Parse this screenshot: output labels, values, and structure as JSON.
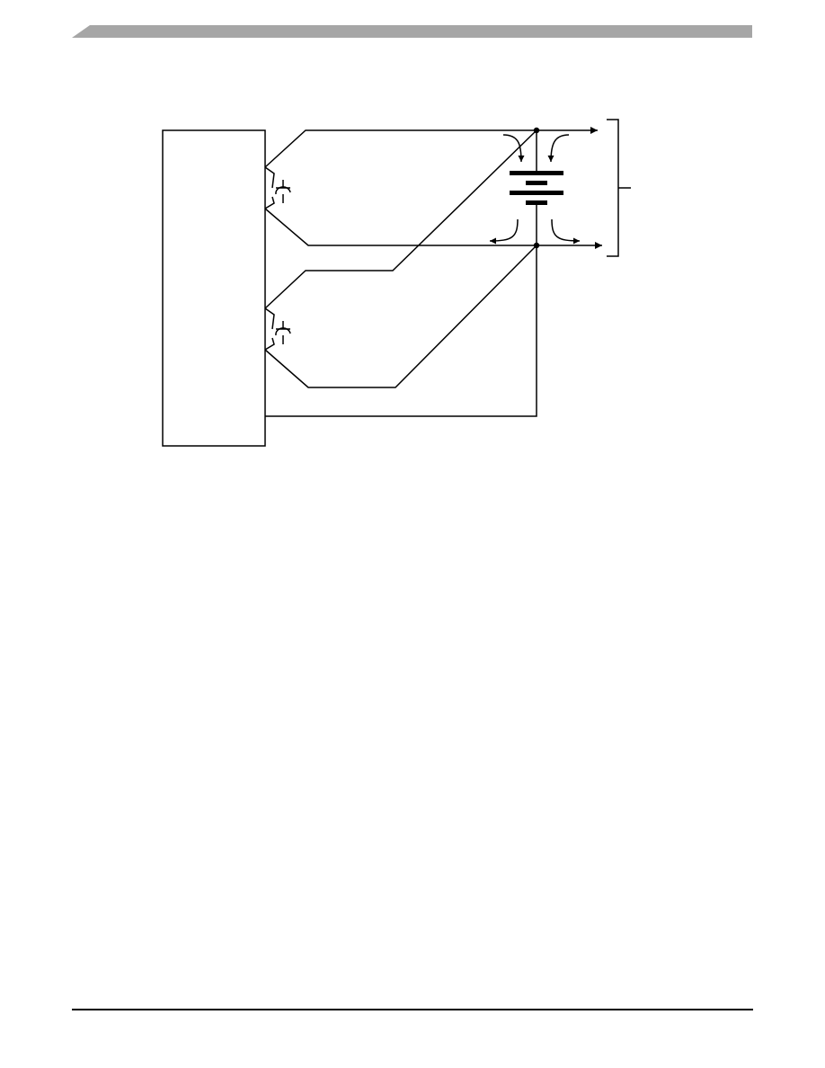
{
  "page": {
    "header_bar_color": "#a6a6a6",
    "footer_rule_color": "#000000"
  },
  "diagram": {
    "type": "circuit-schematic",
    "elements": [
      "device-block",
      "upper-pin-pair",
      "lower-pin-pair",
      "battery",
      "current-flow-arrows",
      "output-bracket"
    ],
    "stroke_color": "#000000"
  }
}
